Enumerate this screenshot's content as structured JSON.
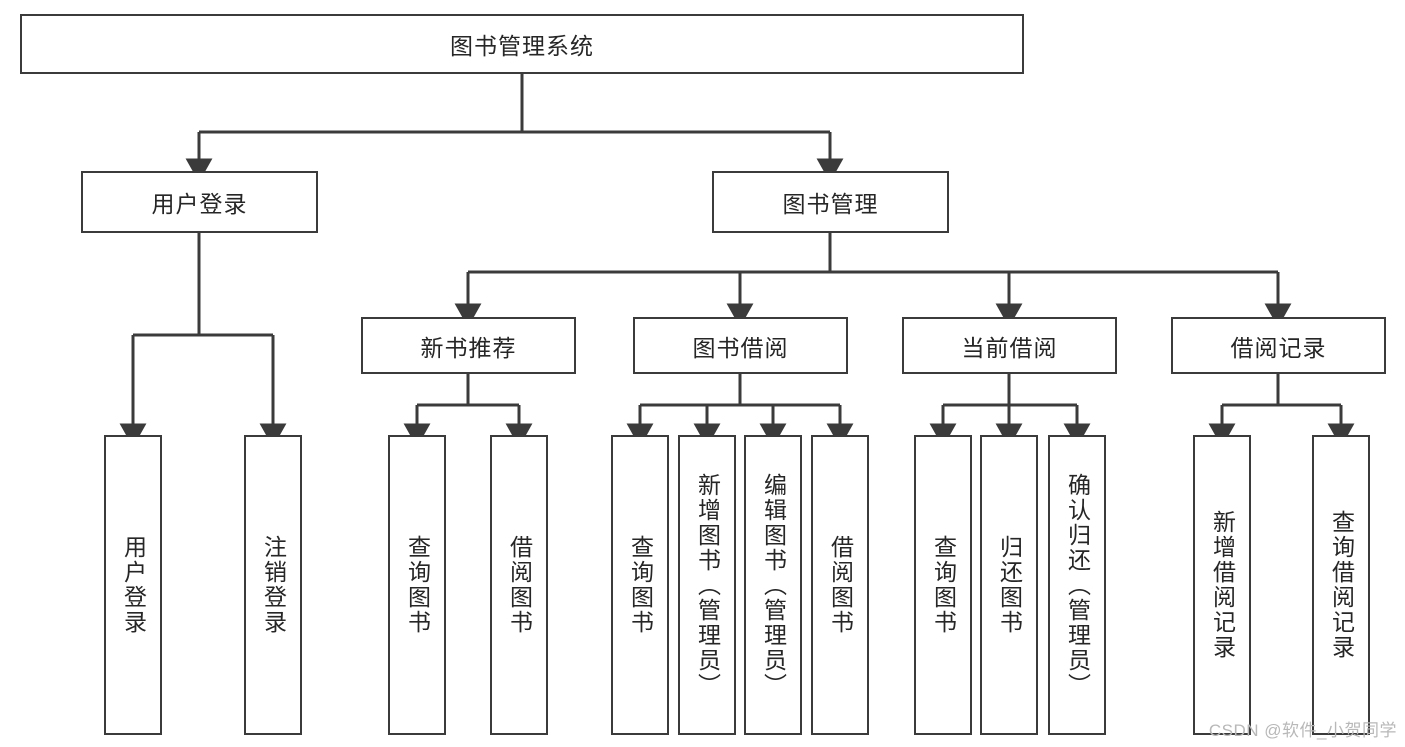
{
  "diagram": {
    "title": "图书管理系统",
    "type": "hierarchy-tree",
    "background_color": "#ffffff",
    "line_color": "#3b3b3b",
    "text_color": "#262626",
    "root": {
      "id": "root",
      "label": "图书管理系统"
    },
    "level2": [
      {
        "id": "user-login",
        "label": "用户登录"
      },
      {
        "id": "book-management",
        "label": "图书管理"
      }
    ],
    "level3": [
      {
        "id": "new-book-recommend",
        "label": "新书推荐",
        "parent": "book-management"
      },
      {
        "id": "book-borrow",
        "label": "图书借阅",
        "parent": "book-management"
      },
      {
        "id": "current-borrow",
        "label": "当前借阅",
        "parent": "book-management"
      },
      {
        "id": "borrow-record",
        "label": "借阅记录",
        "parent": "book-management"
      }
    ],
    "leaves": {
      "user-login": [
        {
          "id": "leaf-user-login",
          "label": "用户登录"
        },
        {
          "id": "leaf-logout",
          "label": "注销登录"
        }
      ],
      "new-book-recommend": [
        {
          "id": "leaf-query-book-1",
          "label": "查询图书"
        },
        {
          "id": "leaf-borrow-book-1",
          "label": "借阅图书"
        }
      ],
      "book-borrow": [
        {
          "id": "leaf-query-book-2",
          "label": "查询图书"
        },
        {
          "id": "leaf-add-book",
          "label": "新增图书（管理员）"
        },
        {
          "id": "leaf-edit-book",
          "label": "编辑图书（管理员）"
        },
        {
          "id": "leaf-borrow-book-2",
          "label": "借阅图书"
        }
      ],
      "current-borrow": [
        {
          "id": "leaf-query-book-3",
          "label": "查询图书"
        },
        {
          "id": "leaf-return-book",
          "label": "归还图书"
        },
        {
          "id": "leaf-confirm-return",
          "label": "确认归还（管理员）"
        }
      ],
      "borrow-record": [
        {
          "id": "leaf-add-record",
          "label": "新增借阅记录"
        },
        {
          "id": "leaf-query-record",
          "label": "查询借阅记录"
        }
      ]
    }
  },
  "watermark": {
    "text": "CSDN @软件_小贺同学"
  }
}
